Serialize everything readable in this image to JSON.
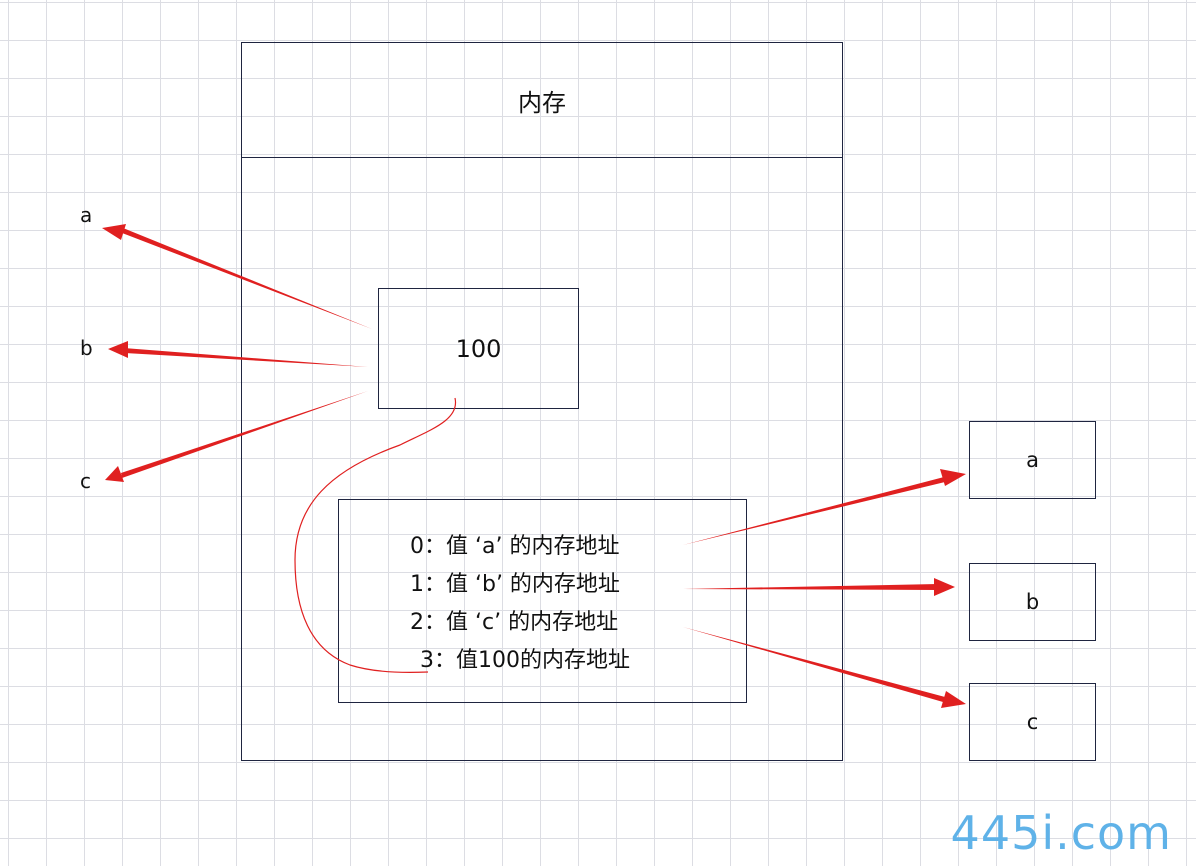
{
  "memory": {
    "title": "内存"
  },
  "value_box": {
    "value": "100"
  },
  "address_list": [
    "0：值 ‘a’ 的内存地址",
    "1：值 ‘b’ 的内存地址",
    "2：值 ‘c’ 的内存地址",
    "3：值100的内存地址"
  ],
  "left_labels": [
    "a",
    "b",
    "c"
  ],
  "right_boxes": [
    "a",
    "b",
    "c"
  ],
  "watermark": "445i.com",
  "colors": {
    "arrow": "#e02020",
    "border": "#1f2540",
    "watermark": "#5fb2e8"
  }
}
